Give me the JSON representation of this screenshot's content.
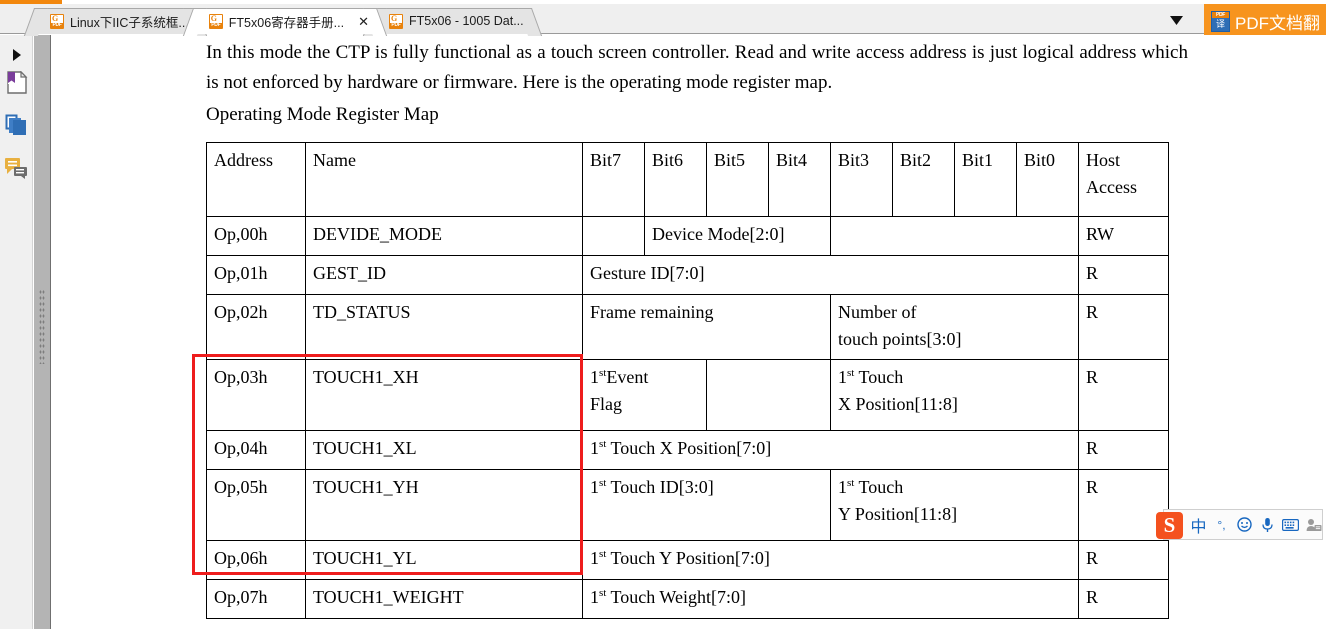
{
  "window": {
    "accent_orange": "#f2870d",
    "tab_active_bg": "#ffffff",
    "tab_inactive_bg": "#e4e4e4"
  },
  "tabbar": {
    "tabs": [
      {
        "label": "Linux下IIC子系统框...",
        "icon": "pdf-icon",
        "active": false,
        "closable": false
      },
      {
        "label": "FT5x06寄存器手册...",
        "icon": "pdf-icon",
        "active": true,
        "closable": true,
        "close_label": "✕"
      },
      {
        "label": "FT5x06 - 1005 Dat...",
        "icon": "pdf-icon",
        "active": false,
        "closable": false
      }
    ],
    "overflow_icon": "chevron-down-icon",
    "translate_button": {
      "label": "PDF文档翻",
      "icon_top_text": "PDF",
      "icon_body_text": "译",
      "color": "#f7941e"
    }
  },
  "left_rail": {
    "items": [
      {
        "name": "expand-panel-arrow",
        "icon": "chevron-right-icon"
      },
      {
        "name": "bookmarks",
        "icon": "page-bookmark-icon"
      },
      {
        "name": "page-thumbnails",
        "icon": "pages-stack-icon"
      },
      {
        "name": "comments",
        "icon": "comments-icon"
      }
    ]
  },
  "document": {
    "paragraph_1": "In this mode the CTP is fully functional as a touch screen controller. Read and write access address is just logical address which is not enforced by hardware or firmware. Here is the operating mode register map.",
    "subheading": "Operating Mode Register Map",
    "table": {
      "headers": {
        "address": "Address",
        "name": "Name",
        "bit7": "Bit7",
        "bit6": "Bit6",
        "bit5": "Bit5",
        "bit4": "Bit4",
        "bit3": "Bit3",
        "bit2": "Bit2",
        "bit1": "Bit1",
        "bit0": "Bit0",
        "host_access_line1": "Host",
        "host_access_line2": "Access"
      },
      "rows": [
        {
          "address": "Op,00h",
          "name": "DEVIDE_MODE",
          "cells": [
            {
              "text": "",
              "span": 1
            },
            {
              "text": "Device Mode[2:0]",
              "span": 3
            },
            {
              "text": "",
              "span": 4
            }
          ],
          "host_access": "RW",
          "highlighted": false
        },
        {
          "address": "Op,01h",
          "name": "GEST_ID",
          "cells": [
            {
              "text": "Gesture ID[7:0]",
              "span": 8
            }
          ],
          "host_access": "R",
          "highlighted": false
        },
        {
          "address": "Op,02h",
          "name": "TD_STATUS",
          "cells": [
            {
              "text": "Frame remaining",
              "span": 4
            },
            {
              "text": "Number of\ntouch points[3:0]",
              "span": 4
            }
          ],
          "host_access": "R",
          "highlighted": false
        },
        {
          "address": "Op,03h",
          "name": "TOUCH1_XH",
          "cells": [
            {
              "text": "1stEvent\nFlag",
              "sup": "st",
              "span": 2
            },
            {
              "text": "",
              "span": 2
            },
            {
              "text": "1st Touch\nX Position[11:8]",
              "sup": "st",
              "span": 4
            }
          ],
          "host_access": "R",
          "highlighted": true
        },
        {
          "address": "Op,04h",
          "name": "TOUCH1_XL",
          "cells": [
            {
              "text": "1st Touch X Position[7:0]",
              "sup": "st",
              "span": 8
            }
          ],
          "host_access": "R",
          "highlighted": true
        },
        {
          "address": "Op,05h",
          "name": "TOUCH1_YH",
          "cells": [
            {
              "text": "1st Touch ID[3:0]",
              "sup": "st",
              "span": 4
            },
            {
              "text": "1st Touch\nY Position[11:8]",
              "sup": "st",
              "span": 4
            }
          ],
          "host_access": "R",
          "highlighted": true
        },
        {
          "address": "Op,06h",
          "name": "TOUCH1_YL",
          "cells": [
            {
              "text": "1st Touch Y Position[7:0]",
              "sup": "st",
              "span": 8
            }
          ],
          "host_access": "R",
          "highlighted": true
        },
        {
          "address": "Op,07h",
          "name": "TOUCH1_WEIGHT",
          "cells": [
            {
              "text": "1st Touch Weight[7:0]",
              "sup": "st",
              "span": 8
            }
          ],
          "host_access": "R",
          "highlighted": false
        }
      ],
      "highlight_color": "#ee1c1c"
    }
  },
  "ime_toolbar": {
    "logo": "S",
    "items": [
      {
        "name": "language-mode",
        "label": "中"
      },
      {
        "name": "punctuation-mode",
        "label": "°,"
      },
      {
        "name": "emoji",
        "label": "☺"
      },
      {
        "name": "voice-input",
        "label": "⬤"
      },
      {
        "name": "soft-keyboard",
        "label": "⌨"
      },
      {
        "name": "user-center",
        "label": "▤"
      }
    ]
  },
  "table_cells": {
    "r0_c0": "",
    "r0_c1": "Device Mode[2:0]",
    "r0_c2": "",
    "r1_c0": "Gesture ID[7:0]",
    "r2_c0": "Frame remaining",
    "r2_c1a": "Number of",
    "r2_c1b": "touch points[3:0]",
    "r3_c0a": "1",
    "r3_c0sup": "st",
    "r3_c0b": "Event",
    "r3_c0c": "Flag",
    "r3_c1": "",
    "r3_c2a": "1",
    "r3_c2sup": "st",
    "r3_c2b": " Touch",
    "r3_c2c": "X Position[11:8]",
    "r4_c0a": "1",
    "r4_c0sup": "st",
    "r4_c0b": " Touch X Position[7:0]",
    "r5_c0a": "1",
    "r5_c0sup": "st",
    "r5_c0b": " Touch ID[3:0]",
    "r5_c1a": "1",
    "r5_c1sup": "st",
    "r5_c1b": " Touch",
    "r5_c1c": "Y Position[11:8]",
    "r6_c0a": "1",
    "r6_c0sup": "st",
    "r6_c0b": " Touch Y Position[7:0]",
    "r7_c0a": "1",
    "r7_c0sup": "st",
    "r7_c0b": " Touch Weight[7:0]"
  }
}
